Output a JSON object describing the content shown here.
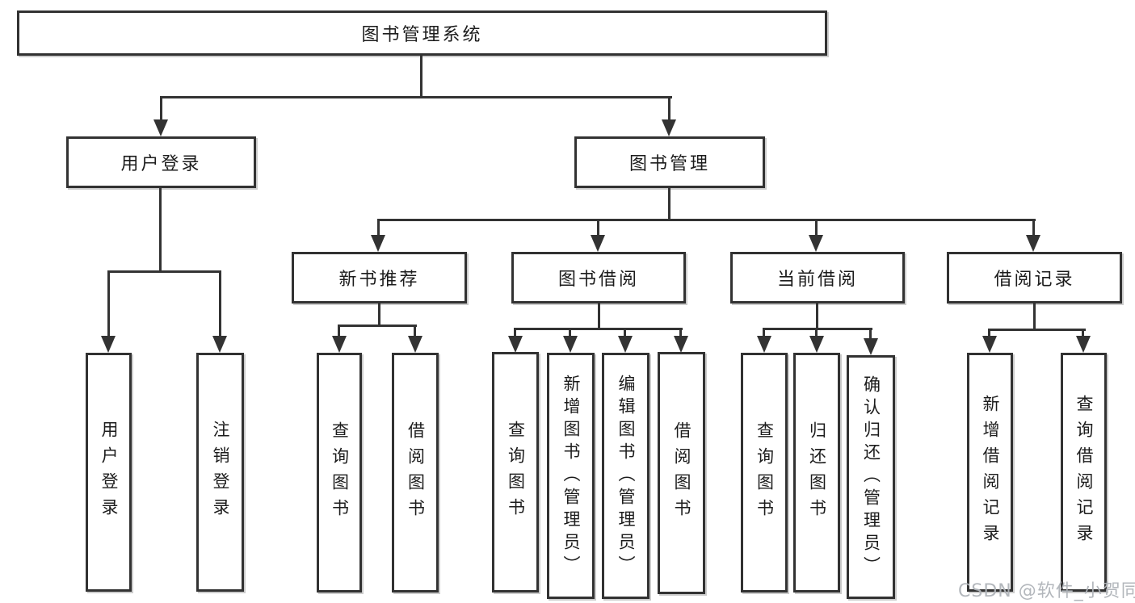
{
  "diagram": {
    "type": "function-structure-tree",
    "colors": {
      "line": "#333333",
      "box_border": "#323232",
      "text": "#1c1c1c",
      "background": "#ffffff",
      "watermark": "#afb3b8"
    },
    "tree": {
      "label": "图书管理系统",
      "children": [
        {
          "label": "用户登录",
          "children": [
            {
              "label": "用户登录"
            },
            {
              "label": "注销登录"
            }
          ]
        },
        {
          "label": "图书管理",
          "children": [
            {
              "label": "新书推荐",
              "children": [
                {
                  "label": "查询图书"
                },
                {
                  "label": "借阅图书"
                }
              ]
            },
            {
              "label": "图书借阅",
              "children": [
                {
                  "label": "查询图书"
                },
                {
                  "label": "新增图书（管理员）"
                },
                {
                  "label": "编辑图书（管理员）"
                },
                {
                  "label": "借阅图书"
                }
              ]
            },
            {
              "label": "当前借阅",
              "children": [
                {
                  "label": "查询图书"
                },
                {
                  "label": "归还图书"
                },
                {
                  "label": "确认归还（管理员）"
                }
              ]
            },
            {
              "label": "借阅记录",
              "children": [
                {
                  "label": "新增借阅记录"
                },
                {
                  "label": "查询借阅记录"
                }
              ]
            }
          ]
        }
      ]
    },
    "watermark": {
      "text": "CSDN @软件_小贺同学"
    }
  }
}
